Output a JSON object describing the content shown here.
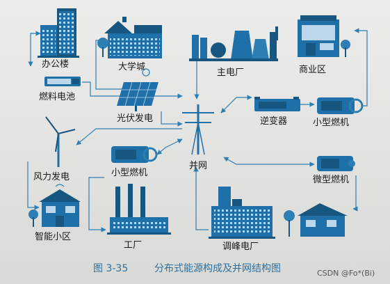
{
  "labels": {
    "office": "办公楼",
    "university": "大学城",
    "main_plant": "主电厂",
    "commercial": "商业区",
    "fuel_cell": "燃料电池",
    "pv": "光伏发电",
    "inverter": "逆变器",
    "small_turbine_right": "小型燃机",
    "grid": "并网",
    "wind": "风力发电",
    "small_turbine_left": "小型燃机",
    "micro_turbine": "微型燃机",
    "smart_community": "智能小区",
    "factory": "工厂",
    "peak_plant": "调峰电厂"
  },
  "caption": {
    "figure_no": "图 3-35",
    "title": "分布式能源构成及并网结构图"
  },
  "watermark": "CSDN @Fo*(Bi)",
  "colors": {
    "building": "#1f6fa8",
    "building_dark": "#17567f",
    "accent": "#2d7fb3",
    "caption": "#2e6f9e"
  }
}
